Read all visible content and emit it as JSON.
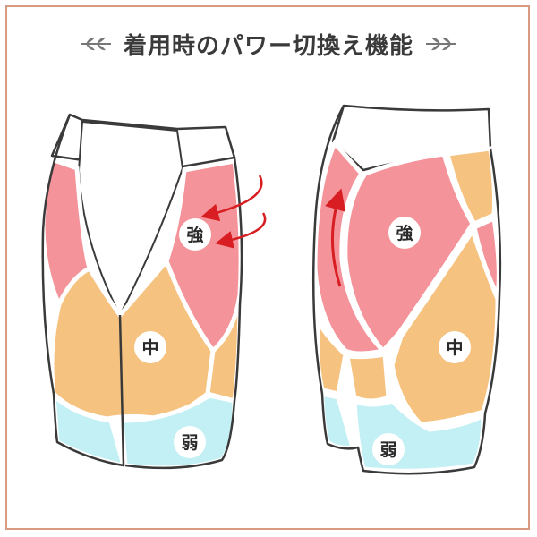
{
  "title": "着用時のパワー切換え機能",
  "levels": {
    "strong": "強",
    "medium": "中",
    "weak": "弱"
  },
  "colors": {
    "strong": "#f4939a",
    "medium": "#f6c27f",
    "weak": "#c3f0f4",
    "outline": "#3a3a3a",
    "arrow": "#d81e22",
    "frame": "#d99a82",
    "ornament": "#777777"
  },
  "icons": [
    "ornament-left-icon",
    "ornament-right-icon",
    "curved-arrow-icon"
  ]
}
